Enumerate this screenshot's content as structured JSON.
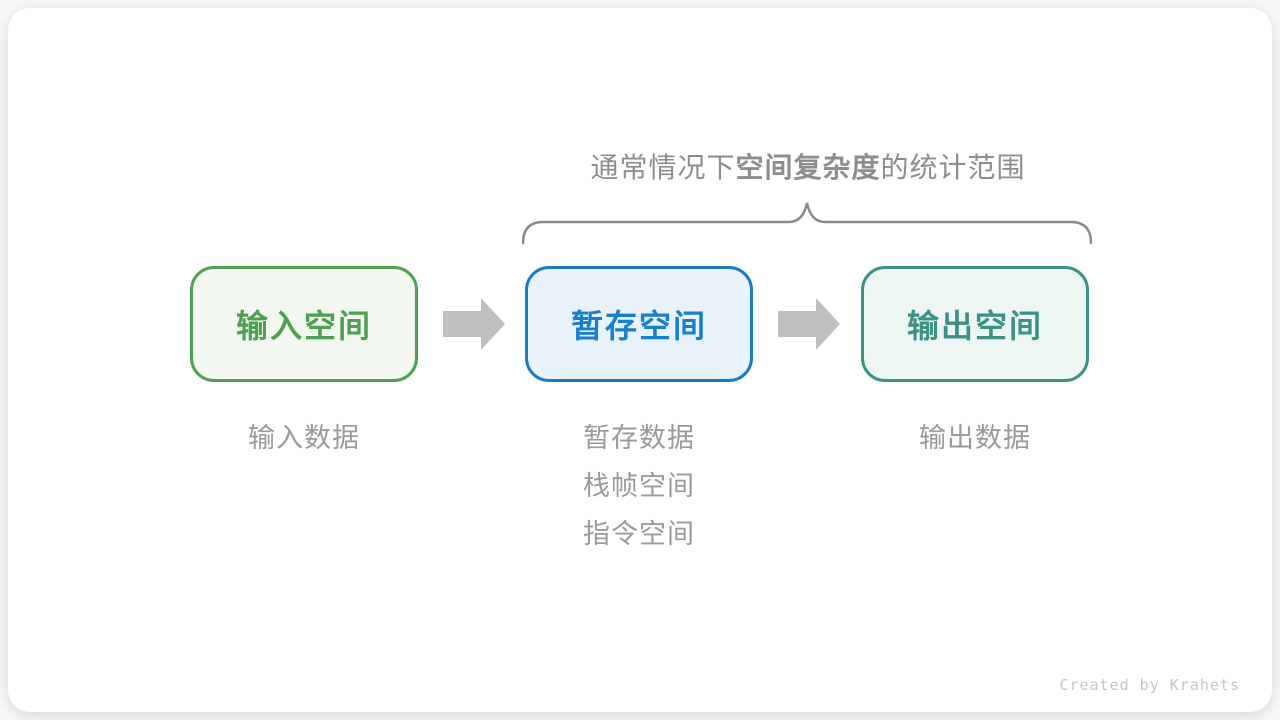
{
  "title": {
    "prefix": "通常情况下",
    "bold": "空间复杂度",
    "suffix": "的统计范围"
  },
  "boxes": [
    {
      "id": "input",
      "label": "输入空间",
      "text_color": "#4ca04f",
      "border_color": "#519f53",
      "bg_color": "#f2f8f0"
    },
    {
      "id": "temp",
      "label": "暂存空间",
      "text_color": "#187fca",
      "border_color": "#1b7cc5",
      "bg_color": "#e8f2fb"
    },
    {
      "id": "output",
      "label": "输出空间",
      "text_color": "#3a9184",
      "border_color": "#3a9184",
      "bg_color": "#edf6f3"
    }
  ],
  "captions": {
    "input": {
      "line1": "输入数据"
    },
    "temp": {
      "line1": "暂存数据",
      "line2": "栈帧空间",
      "line3": "指令空间"
    },
    "output": {
      "line1": "输出数据"
    }
  },
  "icons": {
    "arrow_right": "block-right-arrow",
    "brace": "horizontal-curly-brace"
  },
  "colors": {
    "arrow": "#bfbfbf",
    "brace": "#8a8a8a",
    "title_text": "#8d8d8d",
    "caption_text": "#9a9a9a",
    "card_bg": "#ffffff"
  },
  "footer": {
    "credit": "Created by Krahets"
  }
}
